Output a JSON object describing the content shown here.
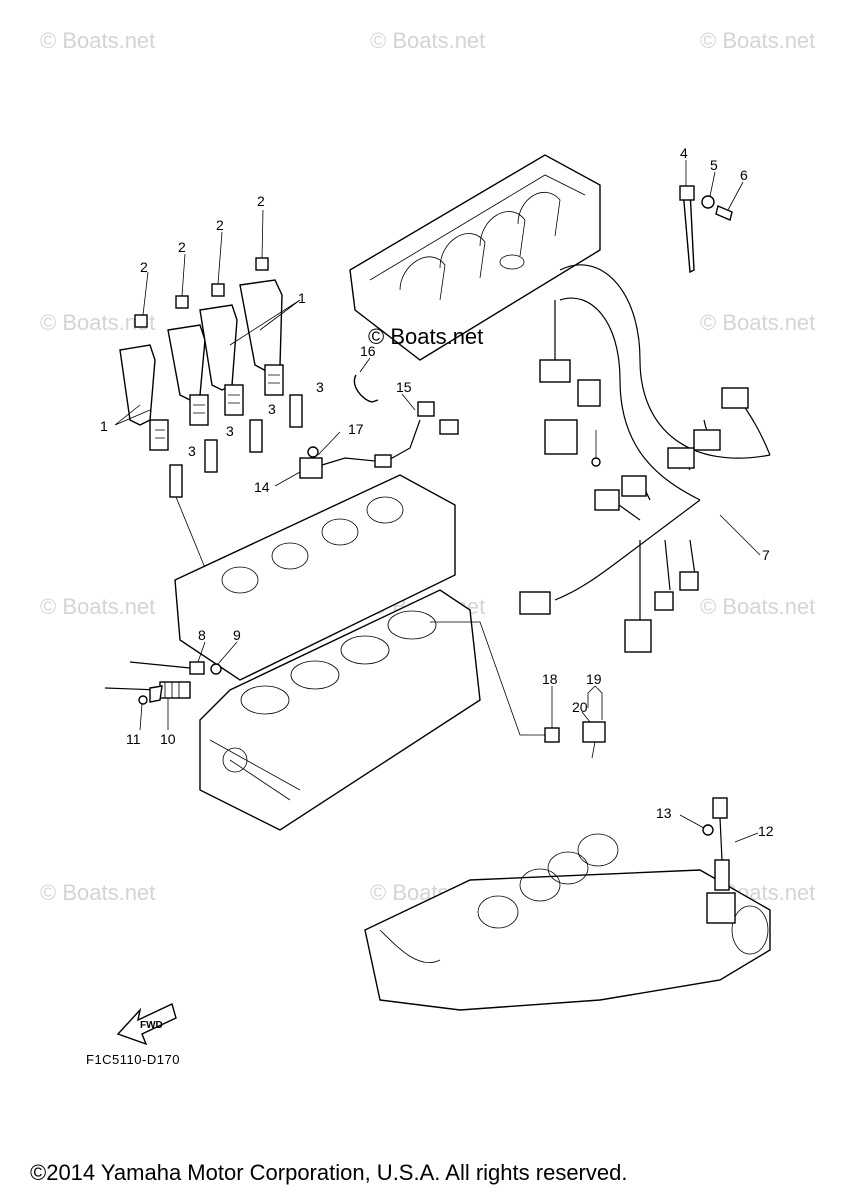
{
  "watermark": {
    "text": "© Boats.net"
  },
  "callouts": {
    "c1a": "1",
    "c1b": "1",
    "c2a": "2",
    "c2b": "2",
    "c2c": "2",
    "c2d": "2",
    "c3a": "3",
    "c3b": "3",
    "c3c": "3",
    "c3d": "3",
    "c4": "4",
    "c5": "5",
    "c6": "6",
    "c7": "7",
    "c8": "8",
    "c9": "9",
    "c10": "10",
    "c11": "11",
    "c12": "12",
    "c13": "13",
    "c14": "14",
    "c15": "15",
    "c16": "16",
    "c17": "17",
    "c18": "18",
    "c19": "19",
    "c20": "20"
  },
  "fwd_arrow": {
    "label": "FWD"
  },
  "diagram_ref": "F1C5110-D170",
  "copyright": "©2014 Yamaha Motor Corporation, U.S.A. All rights reserved."
}
